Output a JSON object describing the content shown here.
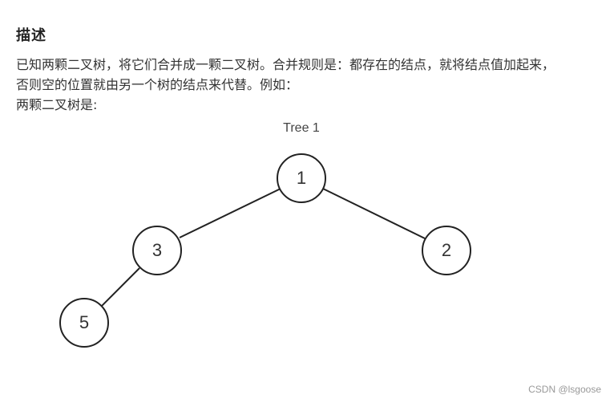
{
  "section": {
    "heading": "描述",
    "lines": [
      "已知两颗二叉树，将它们合并成一颗二叉树。合并规则是：都存在的结点，就将结点值加起来，",
      "否则空的位置就由另一个树的结点来代替。例如：",
      "两颗二叉树是:"
    ]
  },
  "figure": {
    "title": "Tree 1",
    "nodes": [
      {
        "id": "n1",
        "value": "1"
      },
      {
        "id": "n3",
        "value": "3"
      },
      {
        "id": "n2",
        "value": "2"
      },
      {
        "id": "n5",
        "value": "5"
      }
    ],
    "edges": [
      {
        "from": "n1",
        "to": "n3"
      },
      {
        "from": "n1",
        "to": "n2"
      },
      {
        "from": "n3",
        "to": "n5"
      }
    ]
  },
  "watermark": "CSDN @lsgoose"
}
